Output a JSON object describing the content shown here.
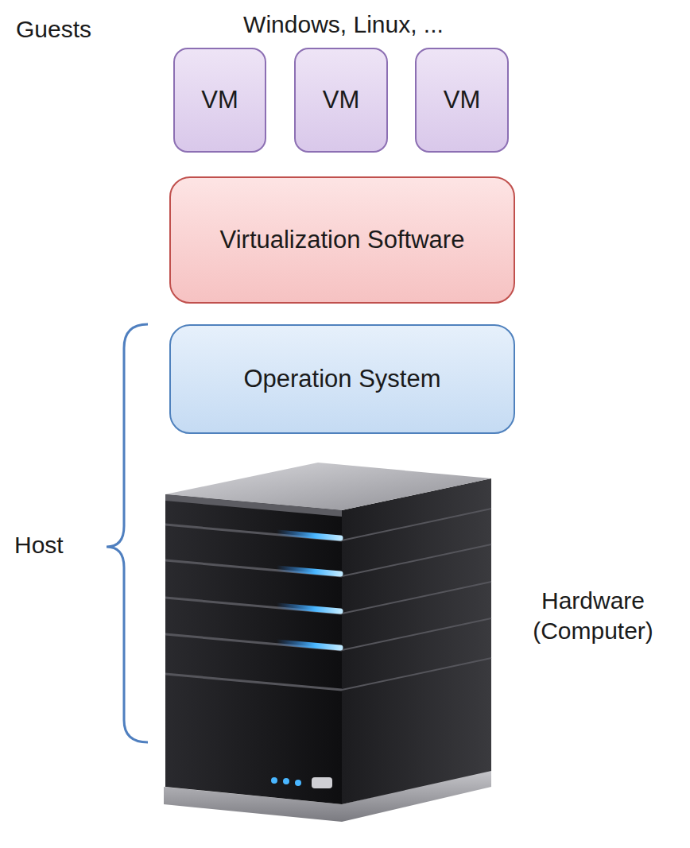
{
  "diagram": {
    "nodes": [
      {
        "text": [
          "VM"
        ]
      },
      {
        "text": [
          "VM"
        ]
      },
      {
        "text": [
          "VM"
        ]
      },
      {
        "text": [
          "Virtualization Software"
        ]
      },
      {
        "text": [
          "Operation System"
        ]
      }
    ],
    "labels": [
      "Windows, Linux, ...",
      "Guests",
      "Host",
      "Hardware (Computer)"
    ]
  }
}
